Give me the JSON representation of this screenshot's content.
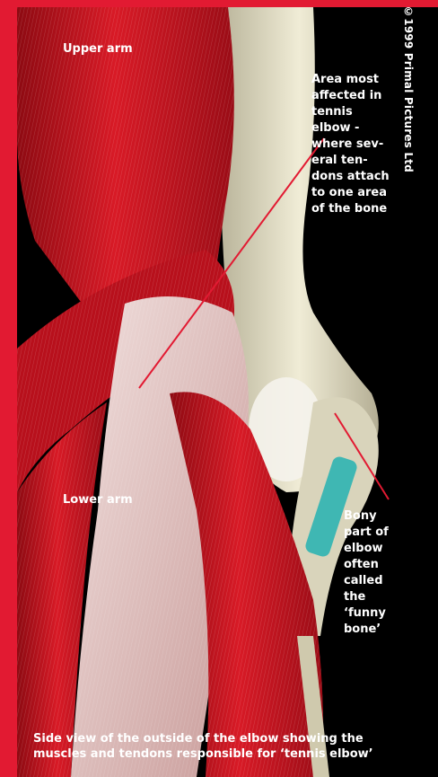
{
  "labels": {
    "upper_arm": "Upper arm",
    "lower_arm": "Lower arm",
    "area_tennis_elbow": "Area most\naffected in\ntennis\nelbow -\nwhere sev-\neral ten-\ndons attach\nto one area\nof the bone",
    "funny_bone": "Bony\npart of\nelbow\noften\ncalled\nthe\n‘funny\nbone’"
  },
  "credit": "©1999 Primal Pictures Ltd",
  "caption": {
    "line1": "Side view of the outside of the elbow showing the",
    "line2": "muscles and tendons responsible for ‘tennis elbow’"
  },
  "colors": {
    "frame": "#e21a32",
    "background": "#000000",
    "muscle": "#c8101c",
    "tendon": "#e8d2d0",
    "bone": "#e6e2cc",
    "cartilage": "#3fb7b3",
    "pointer_line": "#e21a32"
  }
}
